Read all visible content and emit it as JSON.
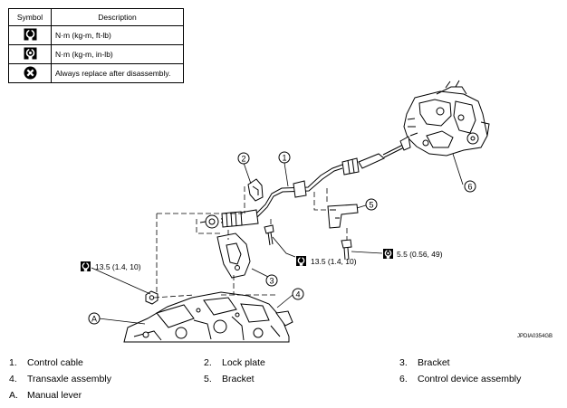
{
  "legend": {
    "header_symbol": "Symbol",
    "header_description": "Description",
    "rows": [
      {
        "icon": "torque-wrench-icon",
        "text": "N·m (kg-m, ft-lb)"
      },
      {
        "icon": "torque-wrench-inlb-icon",
        "text": "N·m (kg-m, in-lb)"
      },
      {
        "icon": "always-replace-icon",
        "text": "Always replace after disassembly."
      }
    ]
  },
  "callouts": [
    "1",
    "2",
    "3",
    "4",
    "5",
    "6",
    "A"
  ],
  "torques": {
    "t1": "13.5 (1.4, 10)",
    "t2": "13.5 (1.4, 10)",
    "t3": "5.5 (0.56, 49)"
  },
  "diagram_code": "JPDIA0354GB",
  "parts": [
    {
      "num": "1.",
      "name": "Control cable"
    },
    {
      "num": "2.",
      "name": "Lock plate"
    },
    {
      "num": "3.",
      "name": "Bracket"
    },
    {
      "num": "4.",
      "name": "Transaxle assembly"
    },
    {
      "num": "5.",
      "name": "Bracket"
    },
    {
      "num": "6.",
      "name": "Control device assembly"
    },
    {
      "num": "A.",
      "name": "Manual lever"
    }
  ]
}
